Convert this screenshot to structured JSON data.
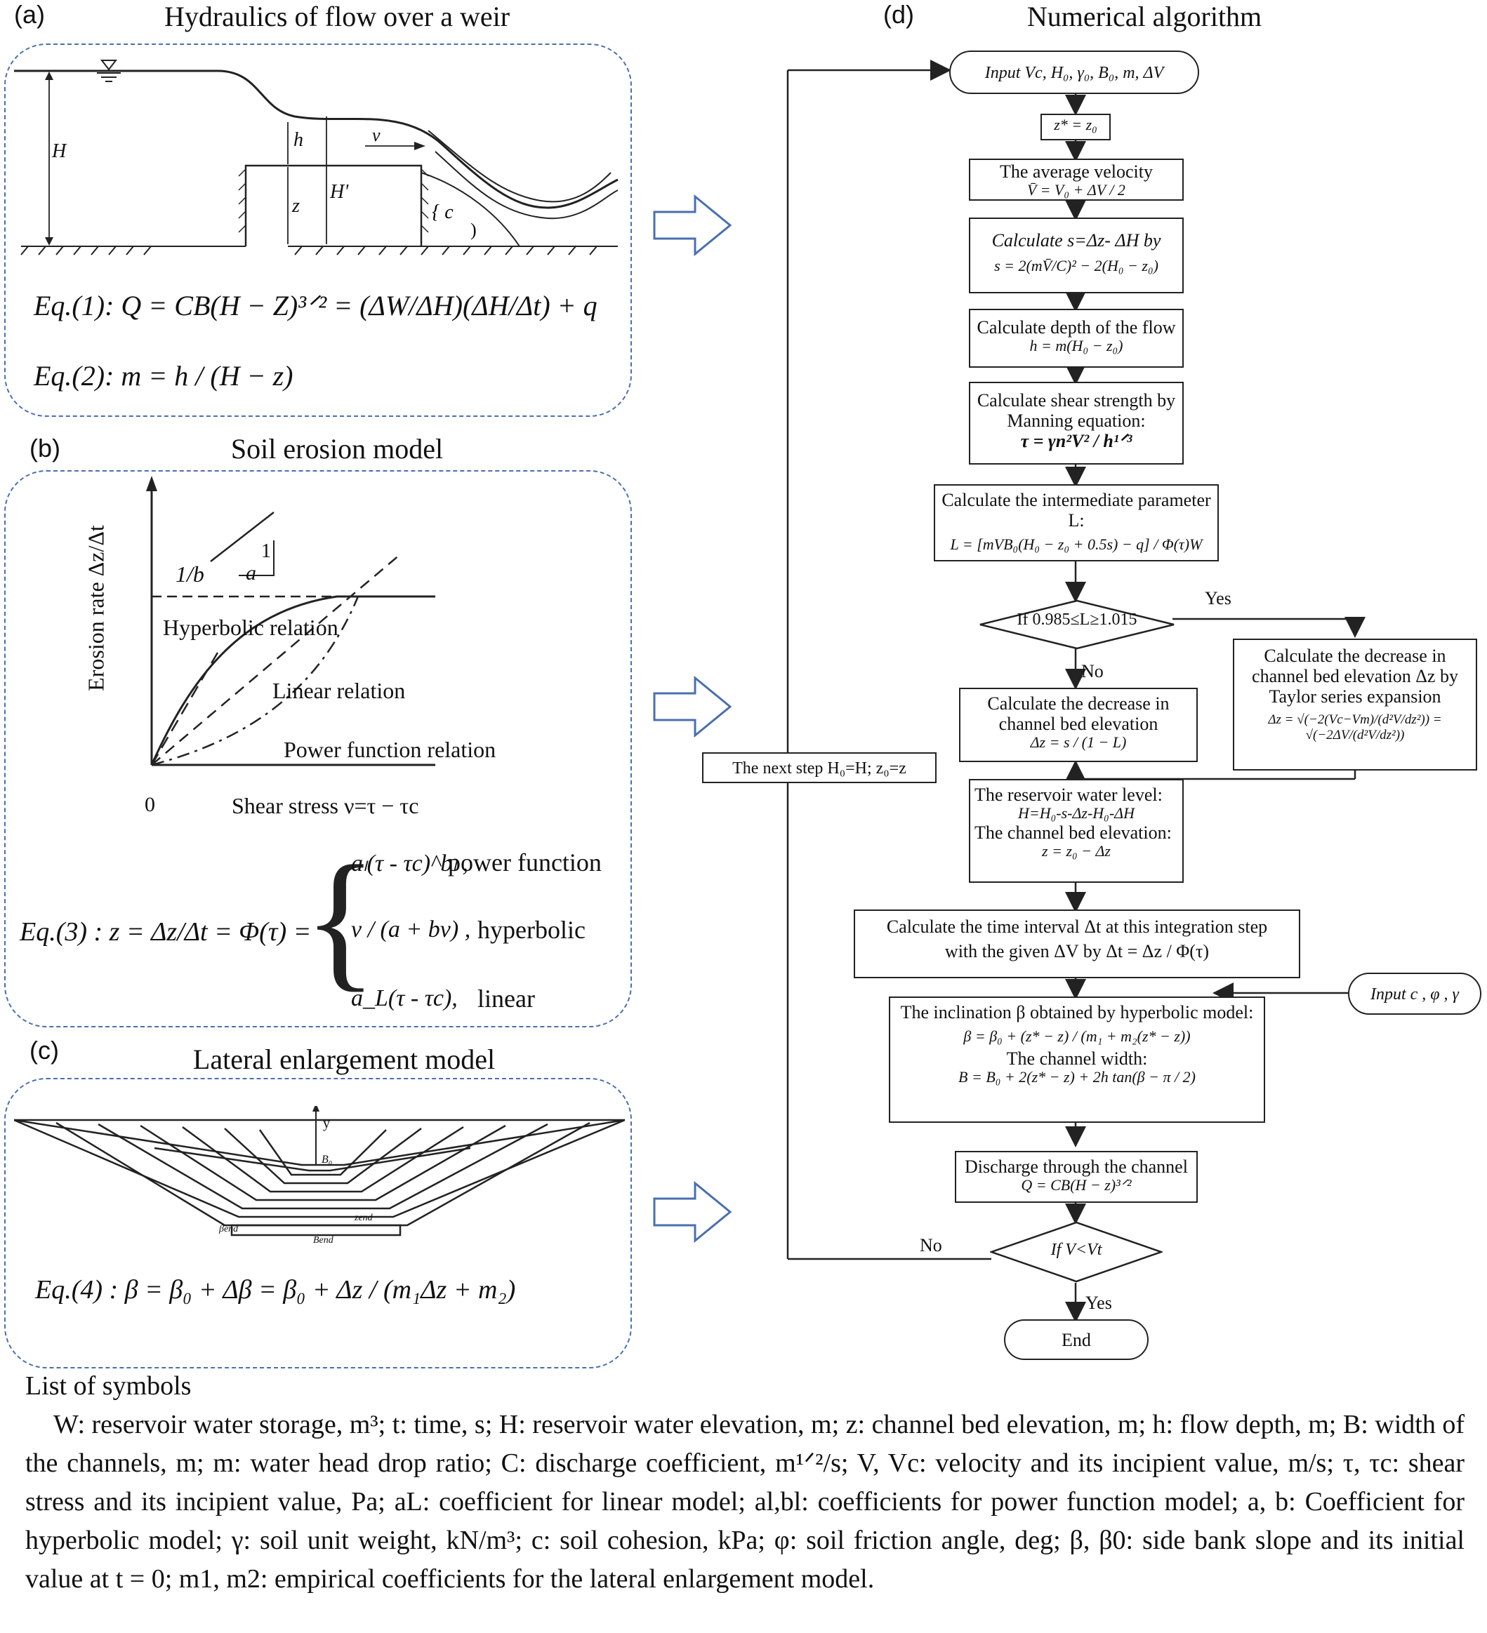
{
  "panel_a": {
    "tag": "(a)",
    "title": "Hydraulics of flow over a weir",
    "labels": {
      "H": "H",
      "h": "h",
      "v": "v",
      "Hp": "H'",
      "z": "z"
    },
    "eq1": "Eq.(1):   Q = CB(H − Z)³ᐟ² = (ΔW/ΔH)(ΔH/Δt) + q",
    "eq2": "Eq.(2):   m = h / (H − z)"
  },
  "panel_b": {
    "tag": "(b)",
    "title": "Soil erosion model",
    "ylabel": "Erosion rate  Δz/Δt",
    "xlabel": "Shear stress  ν=τ − τc",
    "origin": "0",
    "one_over_b": "1/b",
    "slope_a": "a",
    "slope_1": "1",
    "curves": [
      "Hyperbolic relation",
      "Linear relation",
      "Power function relation"
    ],
    "eq3_lhs": "Eq.(3) : z = Δz/Δt = Φ(τ) =",
    "eq3_cases": [
      {
        "expr": "aₗ(τ - τc)^bₗ ,",
        "name": "power function"
      },
      {
        "expr": "ν / (a + bν) ,",
        "name": "hyperbolic"
      },
      {
        "expr": "a_L(τ - τc),",
        "name": "linear"
      }
    ]
  },
  "panel_c": {
    "tag": "(c)",
    "title": "Lateral enlargement model",
    "y_axis": "y",
    "b0": "B₀",
    "bend": "Bend",
    "beta_end": "βend",
    "zend": "zend",
    "eq4": "Eq.(4) :   β = β₀ + Δβ = β₀ + Δz / (m₁Δz + m₂)"
  },
  "panel_d": {
    "tag": "(d)",
    "title": "Numerical algorithm",
    "nodes": {
      "input": "Input Vc,  H₀,  γ₀,  B₀,  m, ΔV",
      "z_init": "z* = z₀",
      "avg_velocity_title": "The average velocity",
      "avg_velocity_formula": "V̄ = V₀ + ΔV / 2",
      "calc_s_title": "Calculate s=Δz- ΔH by",
      "calc_s_formula": "s = 2(mV̄/C)² − 2(H₀ − z₀)",
      "calc_depth_title": "Calculate depth of the flow",
      "calc_depth_formula": "h = m(H₀ − z₀)",
      "calc_shear_title": "Calculate shear strength by Manning equation:",
      "calc_shear_formula": "τ = γn²V² / h¹ᐟ³",
      "calc_L_title": "Calculate the intermediate parameter L:",
      "calc_L_formula": "L = [mVB₀(H₀ − z₀ + 0.5s) − q] / Φ(τ)W",
      "decision_L": "If 0.985≤L≥1.015",
      "yes1": "Yes",
      "no1": "No",
      "dec_left_title": "Calculate the decrease in channel bed elevation",
      "dec_left_formula": "Δz = s / (1 − L)",
      "dec_right_title": "Calculate the decrease in channel bed elevation Δz by Taylor series expansion",
      "dec_right_formula": "Δz = √(−2(Vc−Vm)/(d²V/dz²)) = √(−2ΔV/(d²V/dz²))",
      "next_step": "The next step H₀=H; z₀=z",
      "reservoir_title": "The reservoir water level:",
      "reservoir_formula": "H=H₀-s-Δz-H₀-ΔH",
      "bed_title": "The channel bed elevation:",
      "bed_formula": "z = z₀ − Δz",
      "time_interval_line1": "Calculate the time interval Δt at this integration step",
      "time_interval_line2": "with the given ΔV by  Δt = Δz / Φ(τ)",
      "input2": "Input c ,  φ ,   γ",
      "incl_title": "The inclination β obtained by hyperbolic model:",
      "incl_formula": "β = β₀ + (z* − z) / (m₁ + m₂(z* − z))",
      "width_title": "The channel width:",
      "width_formula": "B = B₀ + 2(z* − z) + 2h tan(β − π / 2)",
      "discharge_title": "Discharge through the channel",
      "discharge_formula": "Q = CB(H − z)³ᐟ²",
      "decision_V": "If V<Vt",
      "yes2": "Yes",
      "no2": "No",
      "end": "End"
    }
  },
  "symbols": {
    "heading": "List of symbols",
    "text": "W: reservoir water storage, m³; t: time, s; H: reservoir water elevation, m; z: channel bed elevation, m; h: flow depth, m; B: width of the channels, m; m: water head drop ratio; C: discharge coefficient, m¹ᐟ²/s; V, Vc: velocity and its incipient value, m/s; τ, τc: shear stress and its incipient value, Pa; aL: coefficient for linear model; al,bl: coefficients for power function model; a, b: Coefficient for hyperbolic model; γ: soil unit weight, kN/m³; c: soil cohesion, kPa; φ: soil friction angle, deg; β, β0: side bank slope and its initial value at t = 0; m1, m2: empirical coefficients for the lateral enlargement model."
  },
  "colors": {
    "accent_blue": "#4a6fb0",
    "ink": "#111111"
  }
}
